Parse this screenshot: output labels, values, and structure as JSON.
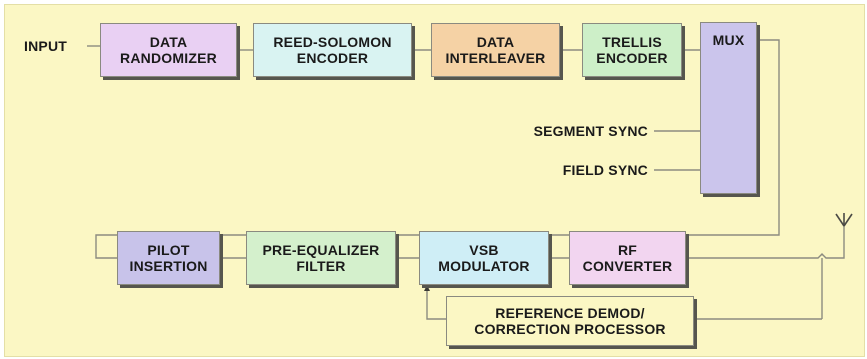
{
  "diagram": {
    "input_label": "INPUT",
    "segment_sync_label": "SEGMENT SYNC",
    "field_sync_label": "FIELD SYNC",
    "blocks": {
      "data_randomizer": {
        "line1": "DATA",
        "line2": "RANDOMIZER",
        "color": "#e9d0f3"
      },
      "reed_solomon": {
        "line1": "REED-SOLOMON",
        "line2": "ENCODER",
        "color": "#d9f3f2"
      },
      "data_interleaver": {
        "line1": "DATA",
        "line2": "INTERLEAVER",
        "color": "#f5d2a5"
      },
      "trellis_encoder": {
        "line1": "TRELLIS",
        "line2": "ENCODER",
        "color": "#cdefc8"
      },
      "mux": {
        "line1": "MUX",
        "color": "#cbc5ec"
      },
      "pilot_insertion": {
        "line1": "PILOT",
        "line2": "INSERTION",
        "color": "#c8c3ea"
      },
      "pre_equalizer": {
        "line1": "PRE-EQUALIZER",
        "line2": "FILTER",
        "color": "#d4f0cc"
      },
      "vsb_modulator": {
        "line1": "VSB",
        "line2": "MODULATOR",
        "color": "#cfeef6"
      },
      "rf_converter": {
        "line1": "RF",
        "line2": "CONVERTER",
        "color": "#f2d5f0"
      },
      "reference_demod": {
        "line1": "REFERENCE DEMOD/",
        "line2": "CORRECTION PROCESSOR",
        "color": "#fbf7c4"
      }
    },
    "colors": {
      "background": "#fbf7c4",
      "connector": "#8c8c80",
      "shadow": "#56564e"
    }
  }
}
